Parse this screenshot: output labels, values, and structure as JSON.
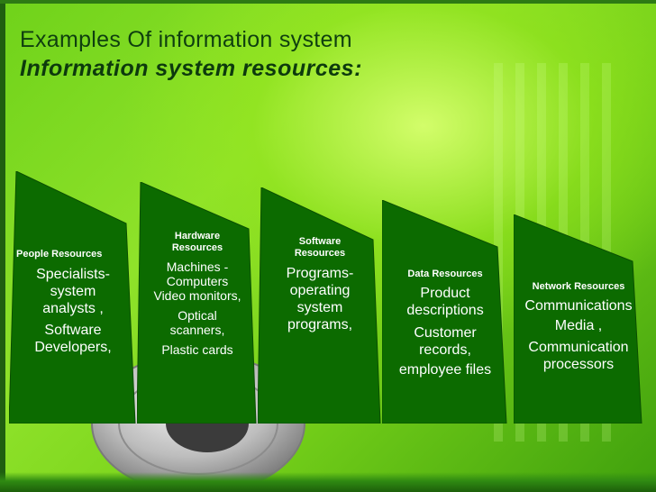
{
  "slide": {
    "title": "Examples Of information system",
    "subtitle": "Information system resources:"
  },
  "panels": [
    {
      "heading": "People Resources",
      "lines": [
        "Specialists-",
        "system",
        "analysts ,",
        "Software",
        "Developers,"
      ]
    },
    {
      "heading_lines": [
        "Hardware",
        "Resources"
      ],
      "lines": [
        "Machines -",
        "Computers",
        "Video monitors,",
        "Optical",
        "scanners,",
        "Plastic cards"
      ]
    },
    {
      "heading_lines": [
        "Software",
        "Resources"
      ],
      "lines": [
        "Programs-",
        "operating",
        "system",
        "programs,"
      ]
    },
    {
      "heading": "Data Resources",
      "lines": [
        "Product",
        "descriptions",
        "Customer",
        "records,",
        "employee files"
      ]
    },
    {
      "heading": "Network Resources",
      "lines": [
        "Communications",
        "Media ,",
        "Communication",
        "processors"
      ]
    }
  ],
  "colors": {
    "panel_fill": "#0c6b00",
    "panel_edge": "#0a4f00",
    "title_text": "#0f3f0f"
  }
}
